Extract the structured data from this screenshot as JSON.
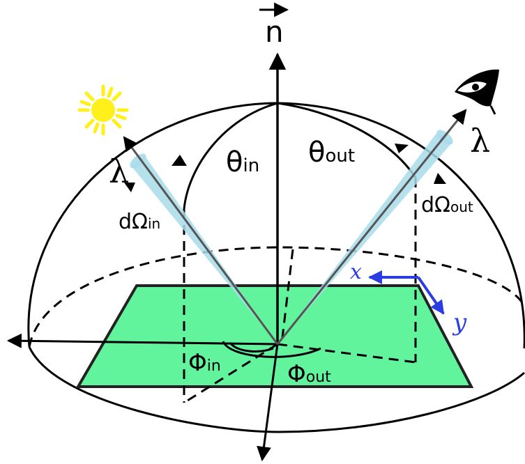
{
  "labels": {
    "normal": "n",
    "theta_in": "θ",
    "theta_in_sub": "in",
    "theta_out": "θ",
    "theta_out_sub": "out",
    "phi_in": "Φ",
    "phi_in_sub": "in",
    "phi_out": "Φ",
    "phi_out_sub": "out",
    "domega_in": "dΩ",
    "domega_in_sub": "in",
    "domega_out": "dΩ",
    "domega_out_sub": "out",
    "lambda_in": "λ",
    "lambda_out": "λ",
    "x_axis": "x",
    "y_axis": "y"
  },
  "icons": {
    "light_source": "sun-icon",
    "observer": "eye-icon"
  },
  "colors": {
    "surface": "#62f39d",
    "cone": "#a8dcea",
    "sun": "#ffef1a",
    "frame_axes": "#2a3de0",
    "ink": "#000000"
  }
}
